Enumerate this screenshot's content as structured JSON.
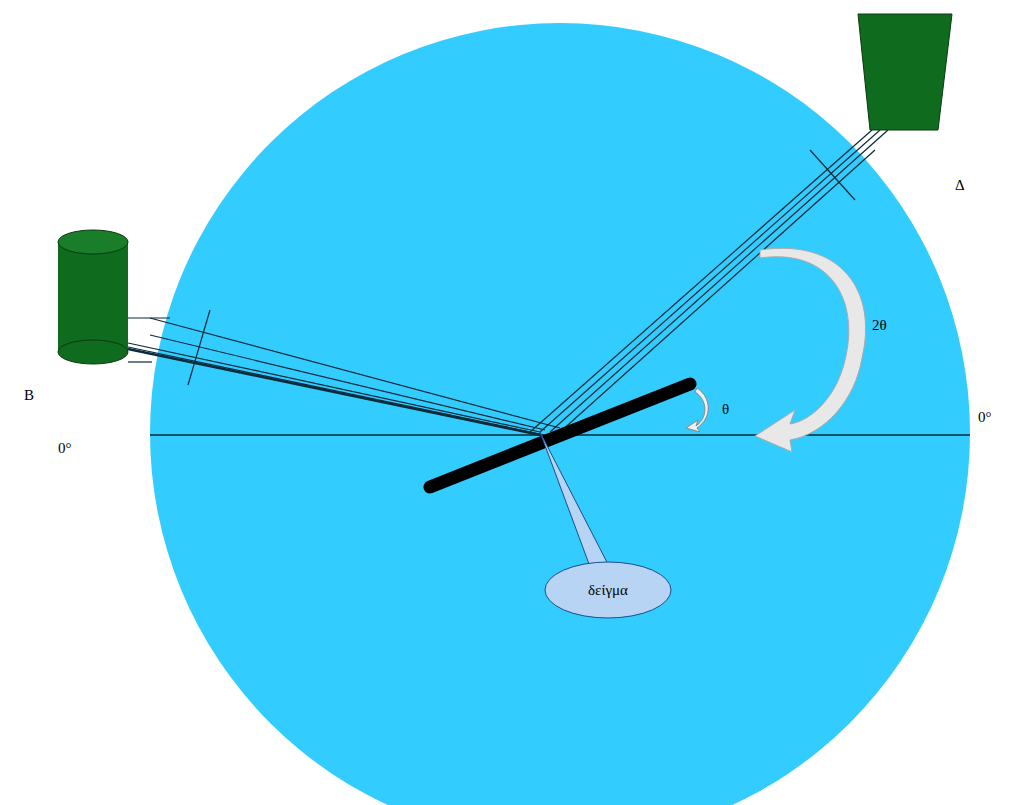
{
  "diagram": {
    "nodes": [
      {
        "text": [
          "δείγμα"
        ]
      }
    ],
    "labels": [
      "B",
      "0°",
      "Δ",
      "2θ",
      "θ",
      "0°"
    ]
  }
}
